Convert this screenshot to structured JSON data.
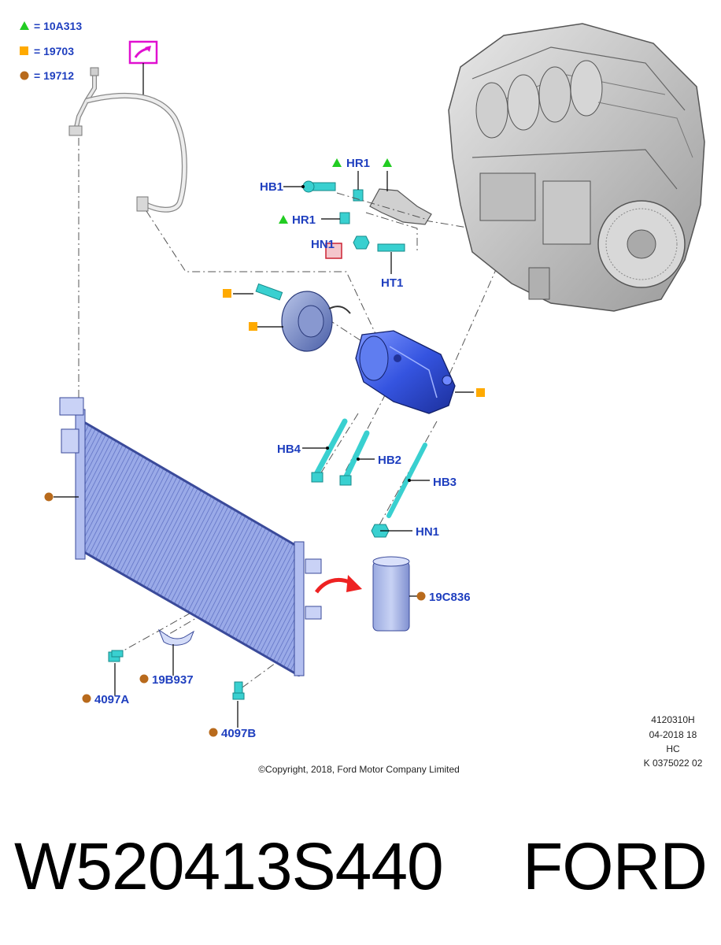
{
  "legend": [
    {
      "symbol": "triangle",
      "color": "#22cc22",
      "text": "= 10A313"
    },
    {
      "symbol": "square",
      "color": "#ffaa00",
      "text": "= 19703"
    },
    {
      "symbol": "circle",
      "color": "#b86a1c",
      "text": "= 19712"
    }
  ],
  "callouts": {
    "hb1": "HB1",
    "hr1_top": "HR1",
    "hr1_mid": "HR1",
    "hn1_top": "HN1",
    "ht1": "HT1",
    "hb4": "HB4",
    "hb2": "HB2",
    "hb3": "HB3",
    "hn1_bottom": "HN1",
    "c19c836": "19C836",
    "c19b937": "19B937",
    "c4097a": "4097A",
    "c4097b": "4097B"
  },
  "meta": {
    "line1": "4120310H",
    "line2": "04-2018 18",
    "line3": "HC",
    "line4": "K 0375022 02"
  },
  "copyright": "©Copyright, 2018, Ford Motor Company Limited",
  "part_number": "W520413S440",
  "brand": "FORD",
  "colors": {
    "callout_text": "#1f3fbf",
    "triangle": "#22cc22",
    "square": "#ffaa00",
    "circle": "#b86a1c",
    "compressor": "#3f5fe0",
    "condenser": "#8d9ee8",
    "bolt": "#39d0d0",
    "arrow": "#ee2222",
    "magenta": "#e010d0"
  }
}
